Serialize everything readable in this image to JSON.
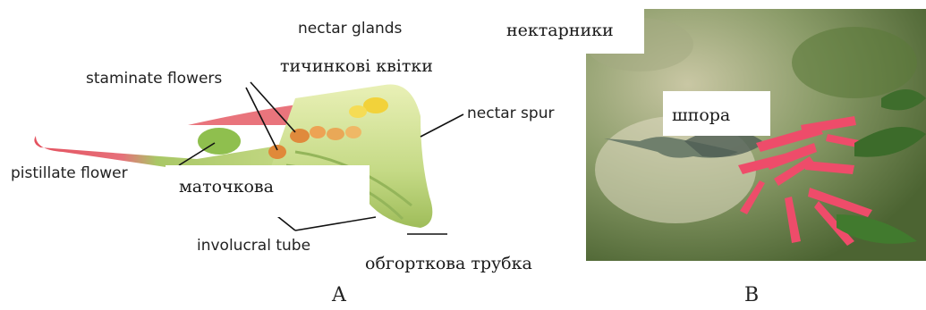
{
  "panel_a": {
    "labels_en": {
      "nectar_glands": "nectar glands",
      "staminate_flowers": "staminate flowers",
      "nectar_spur": "nectar spur",
      "pistillate_flower": "pistillate flower",
      "involucral_tube": "involucral tube"
    },
    "labels_uk": {
      "staminate_flowers": "тичинкові квітки",
      "pistillate_flower": "маточкова",
      "involucral_tube": "обгорткова трубка"
    },
    "panel_letter": "A"
  },
  "panel_b": {
    "labels_uk": {
      "nectaries": "нектарники",
      "spur": "шпора"
    },
    "panel_letter": "B"
  },
  "colors": {
    "bract_green": "#b9d67a",
    "flower_pink": "#e8566a",
    "bg_green": "#6d8a4e"
  }
}
